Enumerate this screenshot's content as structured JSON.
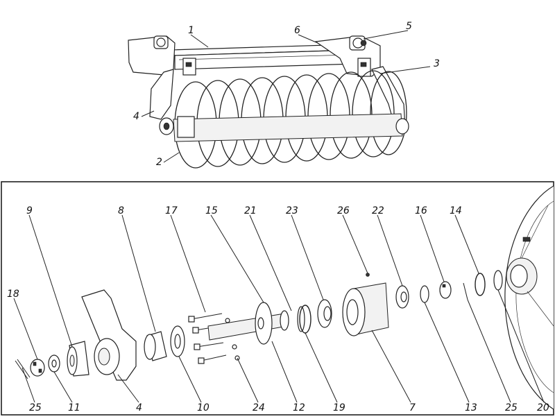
{
  "top_callouts": [
    {
      "id": "top-1",
      "text": "1"
    },
    {
      "id": "top-2",
      "text": "2"
    },
    {
      "id": "top-3",
      "text": "3"
    },
    {
      "id": "top-4",
      "text": "4"
    },
    {
      "id": "top-5",
      "text": "5"
    },
    {
      "id": "top-6",
      "text": "6"
    }
  ],
  "detail_callouts": [
    {
      "id": "det-9",
      "text": "9"
    },
    {
      "id": "det-8",
      "text": "8"
    },
    {
      "id": "det-17",
      "text": "17"
    },
    {
      "id": "det-15",
      "text": "15"
    },
    {
      "id": "det-21",
      "text": "21"
    },
    {
      "id": "det-23",
      "text": "23"
    },
    {
      "id": "det-26",
      "text": "26"
    },
    {
      "id": "det-22",
      "text": "22"
    },
    {
      "id": "det-16",
      "text": "16"
    },
    {
      "id": "det-14",
      "text": "14"
    },
    {
      "id": "det-18",
      "text": "18"
    },
    {
      "id": "det-25a",
      "text": "25"
    },
    {
      "id": "det-11",
      "text": "11"
    },
    {
      "id": "det-4",
      "text": "4"
    },
    {
      "id": "det-10",
      "text": "10"
    },
    {
      "id": "det-24",
      "text": "24"
    },
    {
      "id": "det-12",
      "text": "12"
    },
    {
      "id": "det-19",
      "text": "19"
    },
    {
      "id": "det-7",
      "text": "7"
    },
    {
      "id": "det-13",
      "text": "13"
    },
    {
      "id": "det-25b",
      "text": "25"
    },
    {
      "id": "det-20",
      "text": "20"
    }
  ]
}
